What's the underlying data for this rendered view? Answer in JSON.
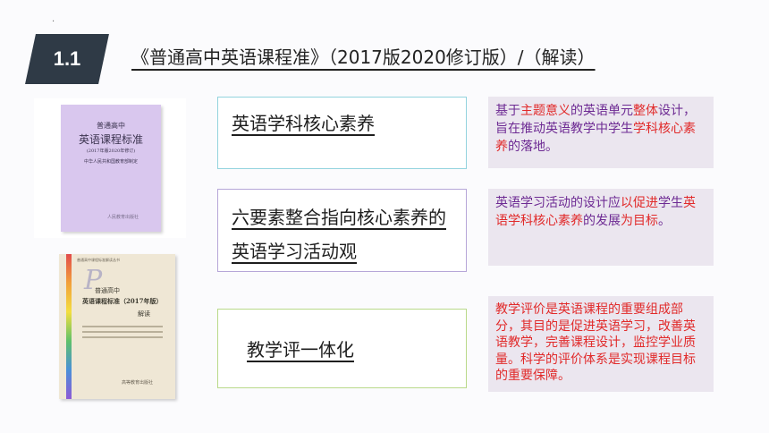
{
  "section": {
    "number": "1.1",
    "dot": "."
  },
  "title": "《普通高中英语课程准》（2017版2020修订版）/（解读）",
  "books": {
    "book1": {
      "line1": "普通高中",
      "line2": "英语课程标准",
      "line3": "(2017年版2020年修订)",
      "line4": "中华人民共和国教育部制定",
      "publisher": "人民教育出版社"
    },
    "book2": {
      "top": "普通高中课程标准解读丛书",
      "letter": "P",
      "line1": "普通高中",
      "line2": "英语课程标准（2017年版）",
      "line3": "解读",
      "publisher": "高等教育出版社"
    }
  },
  "boxes": [
    {
      "label": "英语学科核心素养"
    },
    {
      "label": "六要素整合指向核心素养的英语学习活动观"
    },
    {
      "label": "教学评一体化"
    }
  ],
  "notes": {
    "n1": {
      "p1": "基于",
      "h1": "主题意义",
      "p2": "的英语单元",
      "h2": "整体",
      "p3": "设计，旨在推动英语教学中学生",
      "h3": "学科核心素养",
      "p4": "的落地。"
    },
    "n2": {
      "p1": "英语学习活动的设计应",
      "h1": "以促进",
      "p2": "学生",
      "h2": "英语学科核心素养",
      "p3": "的发展",
      "h3": "为目标",
      "p4": "。"
    },
    "n3": {
      "h1": "教学评价是英语课程的重要组成部分，其目的是促进英语学习，改善英语教学，完善课程设计，监控学业质量。科学的评价体系是实现课程目标的重要保障。"
    }
  },
  "colors": {
    "badge": "#2f3a46",
    "highlight": "#e12a2a",
    "note_text": "#6d2a93",
    "note_bg": "#ebe6ef"
  }
}
